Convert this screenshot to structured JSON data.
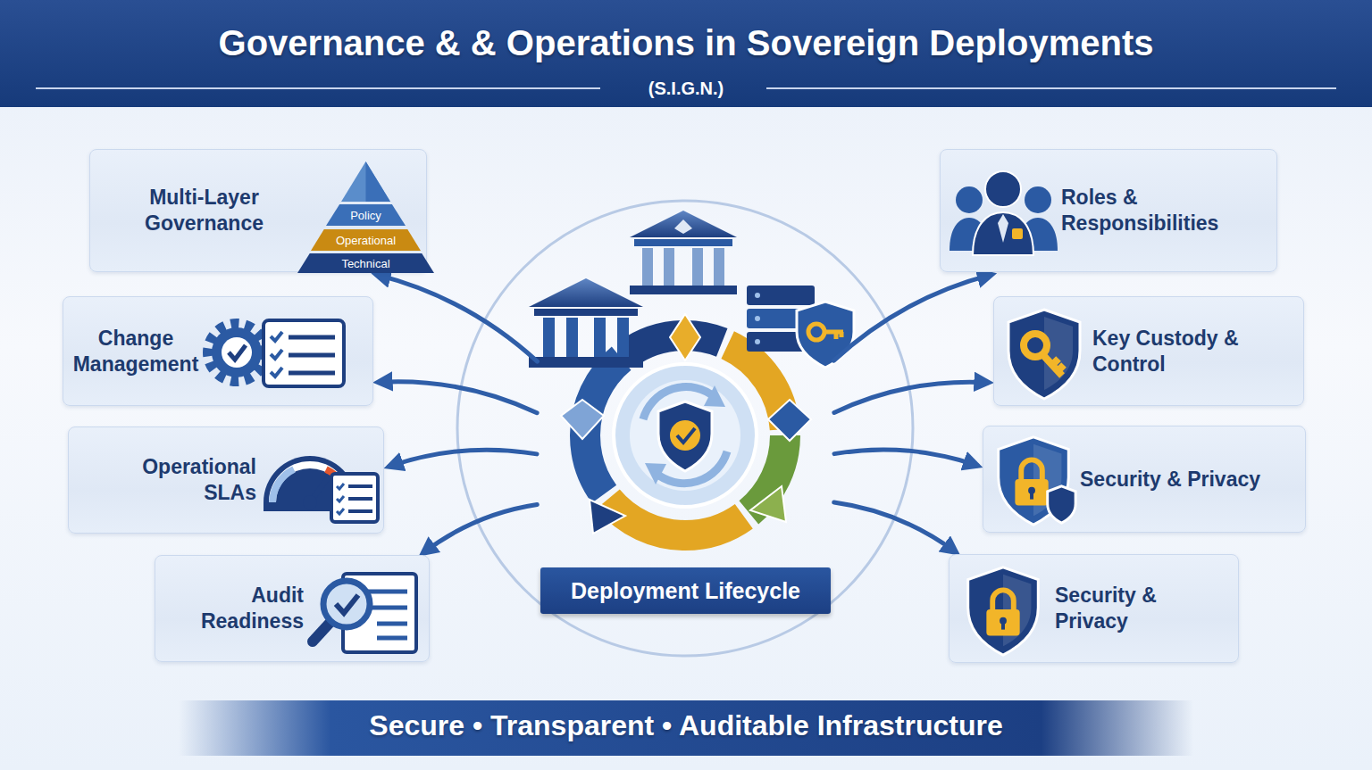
{
  "diagram": {
    "title": "Governance & & Operations in Sovereign Deployments",
    "caption": "Secure • Transparent • Auditable Infrastructure",
    "nodes": [
      {
        "text": [
          "Multi-Layer Governance"
        ]
      },
      {
        "text": [
          "Policy"
        ],
        "in": 0
      },
      {
        "text": [
          "Operational"
        ],
        "in": 0
      },
      {
        "text": [
          "Technical"
        ],
        "in": 0
      },
      {
        "text": [
          "Roles & Responsibilities"
        ]
      },
      {
        "text": [
          "Change Management"
        ]
      },
      {
        "text": [
          "Key Custody & Control"
        ]
      },
      {
        "text": [
          "Operational SLAs"
        ]
      },
      {
        "text": [
          "Security & Privacy"
        ]
      },
      {
        "text": [
          "Audit Readiness"
        ]
      },
      {
        "text": [
          "Security & Privacy"
        ]
      },
      {
        "text": [
          "Deployment Lifecycle"
        ]
      }
    ],
    "edges": [
      {
        "from": 11,
        "to": 0,
        "arrow": "to"
      },
      {
        "from": 11,
        "to": 4,
        "arrow": "to"
      },
      {
        "from": 11,
        "to": 5,
        "arrow": "to"
      },
      {
        "from": 11,
        "to": 6,
        "arrow": "to"
      },
      {
        "from": 11,
        "to": 7,
        "arrow": "to"
      },
      {
        "from": 11,
        "to": 8,
        "arrow": "to"
      },
      {
        "from": 11,
        "to": 9,
        "arrow": "to"
      },
      {
        "from": 11,
        "to": 10,
        "arrow": "to"
      }
    ],
    "labels": [
      "(S.I.G.N.)"
    ]
  }
}
